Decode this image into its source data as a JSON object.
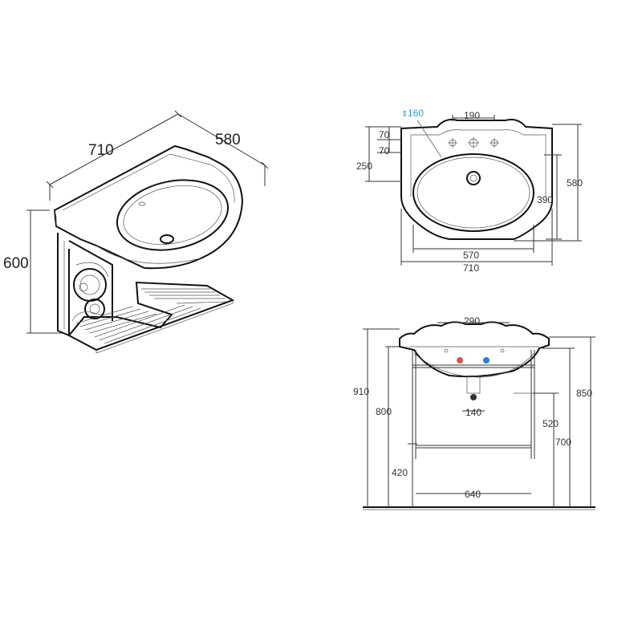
{
  "colors": {
    "line": "#333333",
    "accent": "#2a9fd6",
    "hot": "#d9534f",
    "cold": "#2a7fd6"
  },
  "iso_view": {
    "width": "710",
    "depth": "580",
    "height": "600"
  },
  "top_view": {
    "tap_offset": "160",
    "tap_spacing": "190",
    "edge_1": "70",
    "edge_2": "70",
    "rim_depth": "250",
    "total_depth": "580",
    "bowl_depth": "390",
    "inner_width": "570",
    "total_width": "710"
  },
  "front_view": {
    "rim_span": "290",
    "total_height": "910",
    "rim_height": "800",
    "top_height": "850",
    "stand_height": "700",
    "drain_height": "520",
    "waste_width": "140",
    "shelf_height": "420",
    "leg_span": "640"
  }
}
